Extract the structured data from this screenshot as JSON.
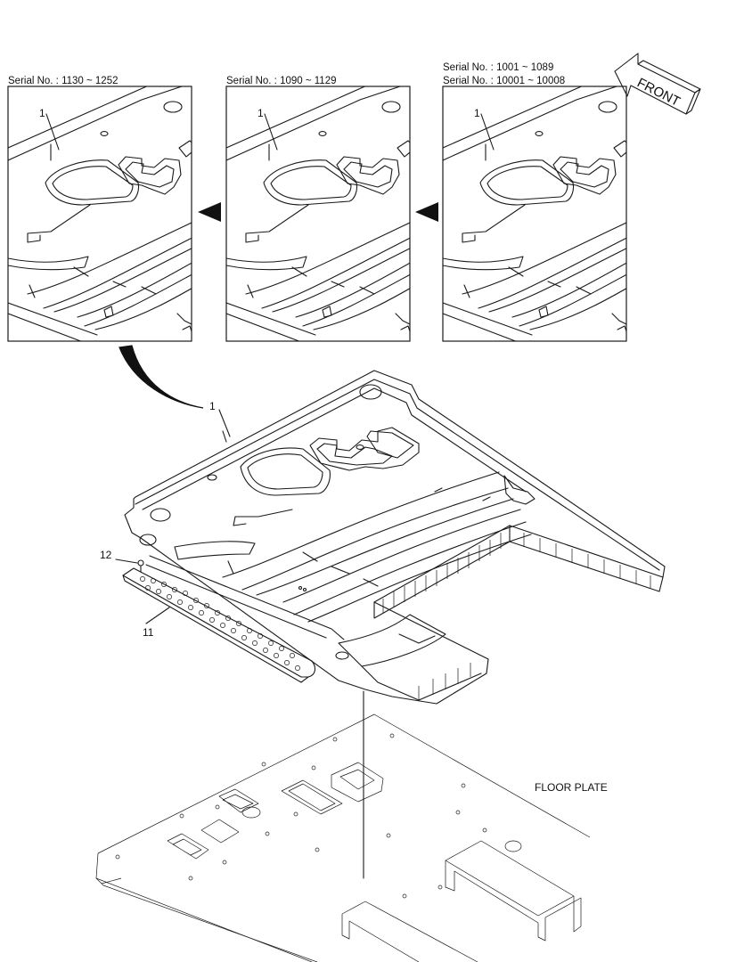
{
  "insets": [
    {
      "serial_lines": [
        "Serial No. : 1130 ~ 1252"
      ],
      "callout": "1"
    },
    {
      "serial_lines": [
        "Serial No. : 1090 ~ 1129"
      ],
      "callout": "1"
    },
    {
      "serial_lines": [
        "Serial No. : 1001 ~ 1089",
        "Serial No. : 10001 ~ 10008"
      ],
      "callout": "1"
    }
  ],
  "front_label": "FRONT",
  "main_callouts": {
    "mat": "1",
    "bolt": "12",
    "step": "11"
  },
  "floor_plate_label": "FLOOR PLATE"
}
